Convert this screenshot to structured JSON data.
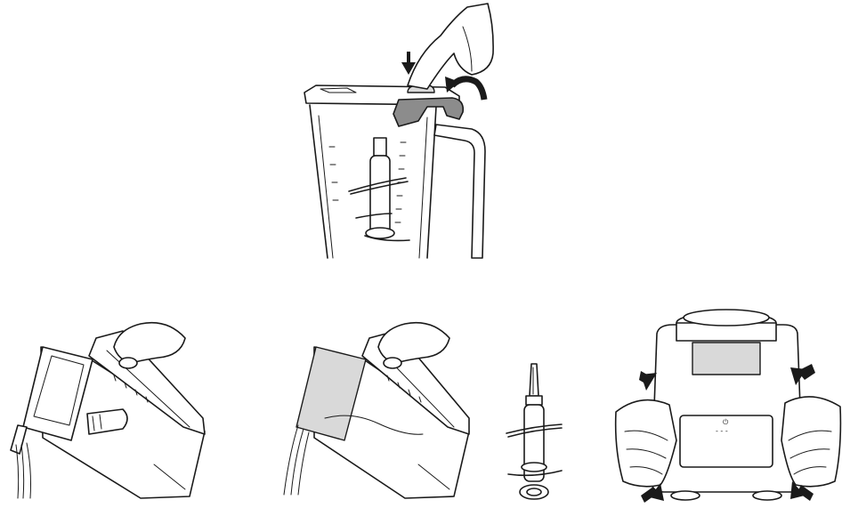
{
  "figure": {
    "panels": [
      {
        "id": "lid-release",
        "description_icon": "lid-release-icon"
      },
      {
        "id": "pour-with-blade",
        "description_icon": "pour-icon"
      },
      {
        "id": "pour-empty",
        "description_icon": "pour-icon"
      },
      {
        "id": "blade-assembly",
        "description_icon": "blade-icon"
      },
      {
        "id": "base-wipe",
        "description_icon": "wipe-icon"
      }
    ],
    "base_panel": {
      "power_glyph": "⏻",
      "indicator_dots": "- - -"
    },
    "colors": {
      "line": "#1a1a1a",
      "shade": "#8c8c8c",
      "light_shade": "#d9d9d9",
      "background": "#ffffff"
    }
  }
}
